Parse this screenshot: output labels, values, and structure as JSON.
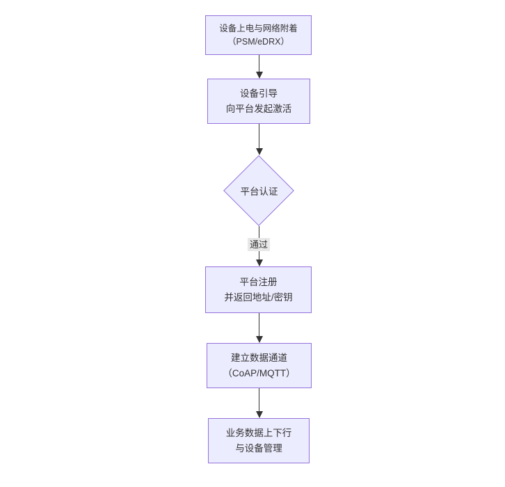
{
  "diagram": {
    "type": "flowchart",
    "direction": "top-down",
    "colors": {
      "node_fill": "#ECECFF",
      "node_border": "#9370DB",
      "arrow": "#333333",
      "text": "#333333",
      "edge_label_bg": "#e8e8e8",
      "background": "#ffffff"
    },
    "nodes": [
      {
        "id": "power-attach",
        "shape": "rectangle",
        "line1": "设备上电与网络附着",
        "line2": "（PSM/eDRX）"
      },
      {
        "id": "bootstrap",
        "shape": "rectangle",
        "line1": "设备引导",
        "line2": "向平台发起激活"
      },
      {
        "id": "platform-auth",
        "shape": "diamond",
        "line1": "平台认证",
        "line2": ""
      },
      {
        "id": "platform-register",
        "shape": "rectangle",
        "line1": "平台注册",
        "line2": "并返回地址/密钥"
      },
      {
        "id": "data-channel",
        "shape": "rectangle",
        "line1": "建立数据通道",
        "line2": "（CoAP/MQTT）"
      },
      {
        "id": "business-data",
        "shape": "rectangle",
        "line1": "业务数据上下行",
        "line2": "与设备管理"
      }
    ],
    "edges": [
      {
        "from": "power-attach",
        "to": "bootstrap",
        "label": ""
      },
      {
        "from": "bootstrap",
        "to": "platform-auth",
        "label": ""
      },
      {
        "from": "platform-auth",
        "to": "platform-register",
        "label": "通过"
      },
      {
        "from": "platform-register",
        "to": "data-channel",
        "label": ""
      },
      {
        "from": "data-channel",
        "to": "business-data",
        "label": ""
      }
    ]
  }
}
